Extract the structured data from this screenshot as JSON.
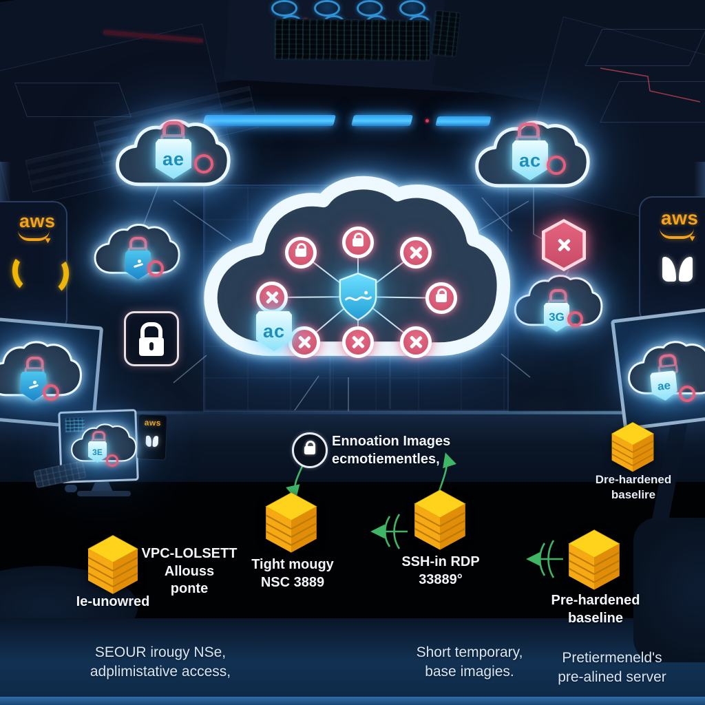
{
  "logos": {
    "aws_left": "aws",
    "aws_right": "aws",
    "aws_desk": "aws"
  },
  "cloud_badges": {
    "top_left": "ae",
    "top_right": "ac",
    "center": "ac",
    "mid_right": "3G",
    "desk_monitor": "3E",
    "right_monitor": "ae"
  },
  "annotations": {
    "enrollment": {
      "line1": "Ennoation Images",
      "line2": "ecmotiementles,"
    },
    "bre_hardened": {
      "line1": "Dre-hardened",
      "line2": "baselire"
    },
    "vpc": {
      "line1": "VPC-LOLSETT",
      "line2": "Allouss",
      "line3": "ponte"
    },
    "ie_unowred": "Ie-unowred",
    "tight_nsg": {
      "line1": "Tight mougy",
      "line2": "NSC 3889"
    },
    "ssh_rdp": {
      "line1": "SSH-in RDP",
      "line2": "33889°"
    },
    "pre_hardened": {
      "line1": "Pre-hardened",
      "line2": "baseline"
    }
  },
  "captions": {
    "left": {
      "line1": "SEOUR irougy NSe,",
      "line2": "adplimistative access,"
    },
    "middle": {
      "line1": "Short temporary,",
      "line2": "base imagies."
    },
    "right": {
      "line1": "Pretiermeneld's",
      "line2": "pre-alined server"
    }
  },
  "colors": {
    "cloud_glow": "#8fd8ff",
    "alert_pink": "#d9536f",
    "badge_cyan": "#8ce2f9",
    "db_yellow": "#f7b500",
    "aws_orange": "#f2a31b",
    "arrow_green": "#3fb566"
  }
}
